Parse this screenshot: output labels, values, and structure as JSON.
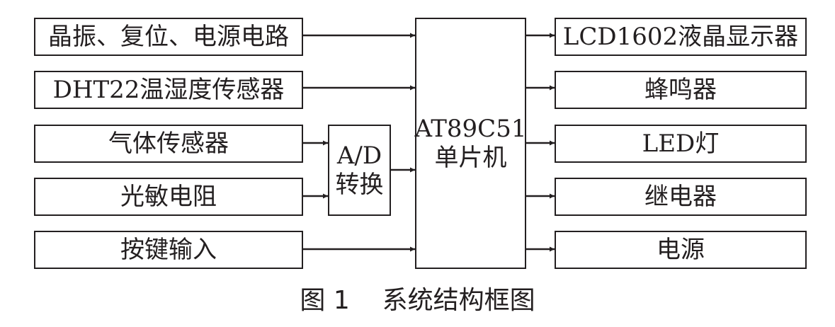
{
  "inputs": [
    {
      "id": "clock",
      "label": "晶振、复位、电源电路"
    },
    {
      "id": "dht22",
      "label": "DHT22温湿度传感器"
    },
    {
      "id": "gas",
      "label": "气体传感器"
    },
    {
      "id": "photo",
      "label": "光敏电阻"
    },
    {
      "id": "keys",
      "label": "按键输入"
    }
  ],
  "adc": {
    "line1": "A/D",
    "line2": "转换"
  },
  "mcu": {
    "line1": "AT89C51",
    "line2": "单片机"
  },
  "outputs": [
    {
      "id": "lcd",
      "label": "LCD1602液晶显示器"
    },
    {
      "id": "buzzer",
      "label": "蜂鸣器"
    },
    {
      "id": "led",
      "label": "LED灯"
    },
    {
      "id": "relay",
      "label": "继电器"
    },
    {
      "id": "power",
      "label": "电源"
    }
  ],
  "caption": {
    "number": "图 1",
    "title": "系统结构框图"
  },
  "colors": {
    "line": "#231f20",
    "background": "#ffffff"
  }
}
